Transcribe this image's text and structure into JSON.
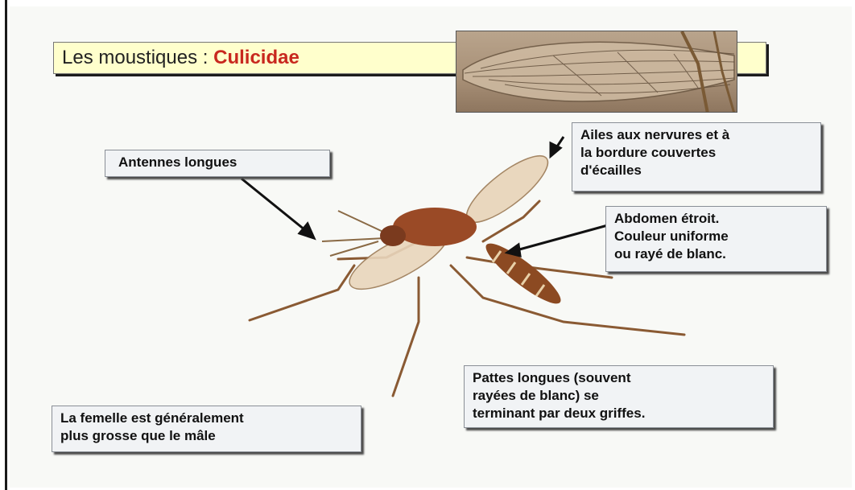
{
  "title": {
    "prefix": "Les moustiques : ",
    "accent": "Culicidae"
  },
  "callouts": {
    "antennes": "Antennes longues",
    "ailes": [
      "Ailes aux nervures et à",
      "la bordure couvertes",
      "d'écailles"
    ],
    "abdomen": [
      "Abdomen étroit.",
      "Couleur uniforme",
      "ou rayé de blanc."
    ],
    "pattes": [
      "Pattes longues (souvent",
      "rayées de blanc) se",
      "terminant par deux griffes."
    ],
    "femelle": [
      "La femelle est généralement",
      "plus grosse que le mâle"
    ]
  },
  "colors": {
    "title_accent": "#c8281e",
    "title_background": "#ffffcc",
    "callout_background": "#f1f3f5"
  }
}
